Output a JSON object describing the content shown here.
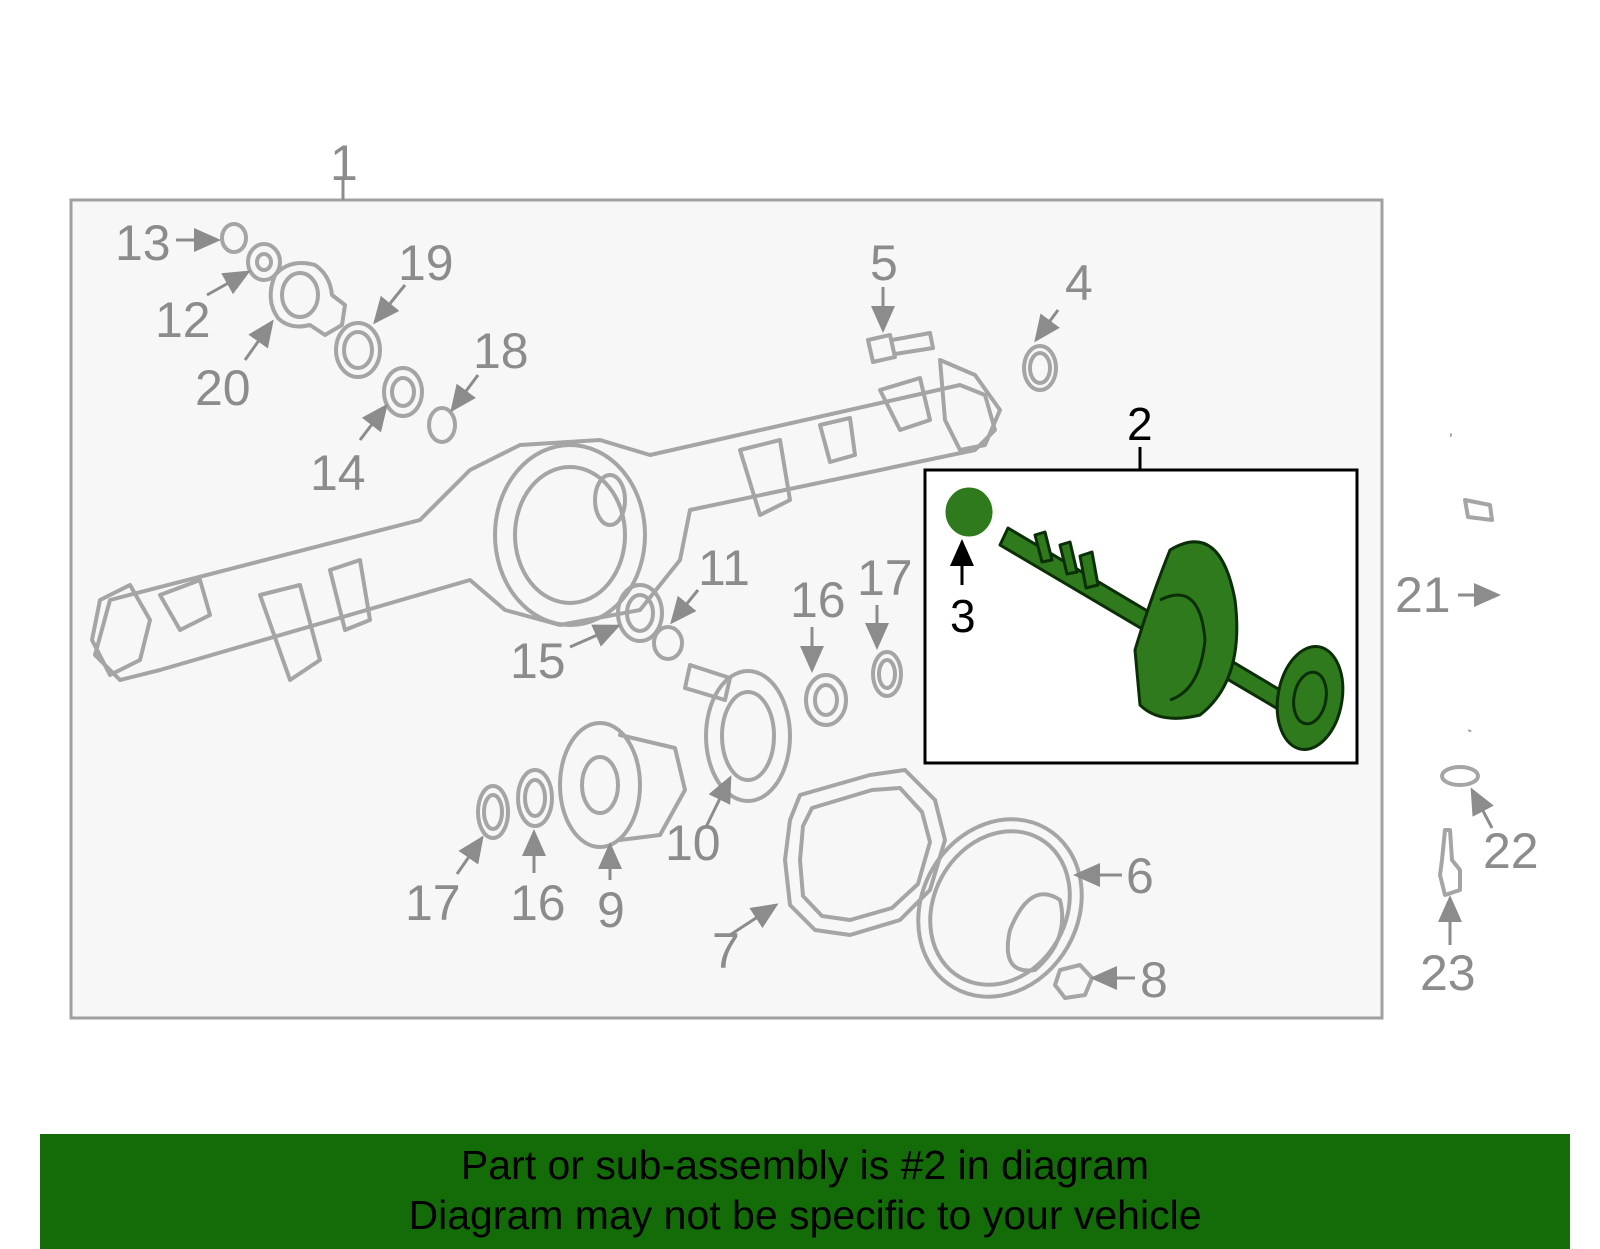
{
  "callouts": {
    "c1": "1",
    "c2": "2",
    "c3": "3",
    "c4": "4",
    "c5": "5",
    "c6": "6",
    "c7": "7",
    "c8": "8",
    "c9": "9",
    "c10": "10",
    "c11": "11",
    "c12": "12",
    "c13": "13",
    "c14": "14",
    "c15": "15",
    "c16a": "16",
    "c16b": "16",
    "c17a": "17",
    "c17b": "17",
    "c18": "18",
    "c19": "19",
    "c20": "20",
    "c21": "21",
    "c22": "22",
    "c23": "23"
  },
  "banner": {
    "line1": "Part or sub-assembly is #2 in diagram",
    "line2": "Diagram may not be specific to your vehicle"
  },
  "colors": {
    "highlight": "#2f7a1c",
    "banner": "#136c08"
  }
}
